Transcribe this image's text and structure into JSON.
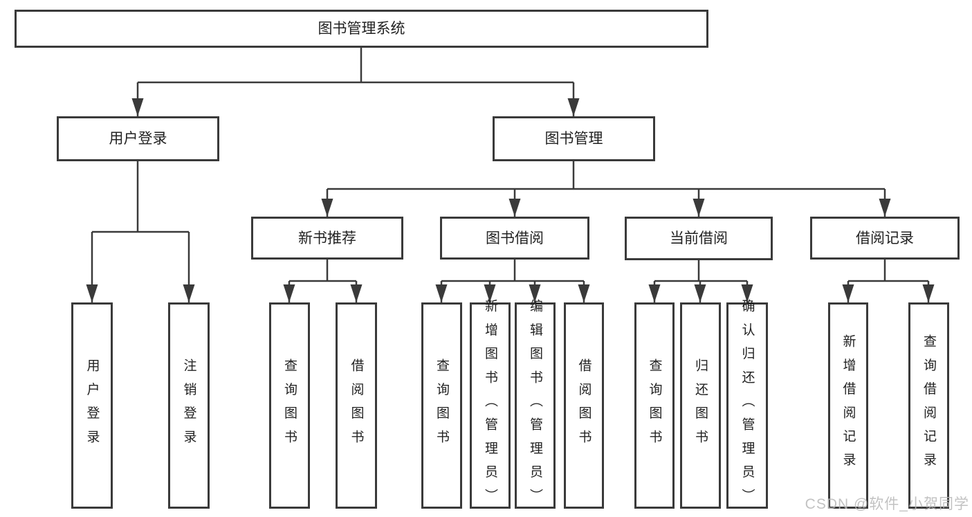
{
  "tree": {
    "root": "图书管理系统",
    "branches": [
      {
        "label": "用户登录",
        "children": [
          "用户登录",
          "注销登录"
        ]
      },
      {
        "label": "图书管理",
        "groups": [
          {
            "label": "新书推荐",
            "children": [
              "查询图书",
              "借阅图书"
            ]
          },
          {
            "label": "图书借阅",
            "children": [
              "查询图书",
              "新增图书（管理员）",
              "编辑图书（管理员）",
              "借阅图书"
            ]
          },
          {
            "label": "当前借阅",
            "children": [
              "查询图书",
              "归还图书",
              "确认归还（管理员）"
            ]
          },
          {
            "label": "借阅记录",
            "children": [
              "新增借阅记录",
              "查询借阅记录"
            ]
          }
        ]
      }
    ]
  },
  "watermark": "CSDN @软件_小贺同学",
  "colors": {
    "line": "#3a3a3a",
    "text": "#222222",
    "box_background": "#ffffff",
    "page_background": "#ffffff",
    "watermark": "#b8b8b8"
  }
}
